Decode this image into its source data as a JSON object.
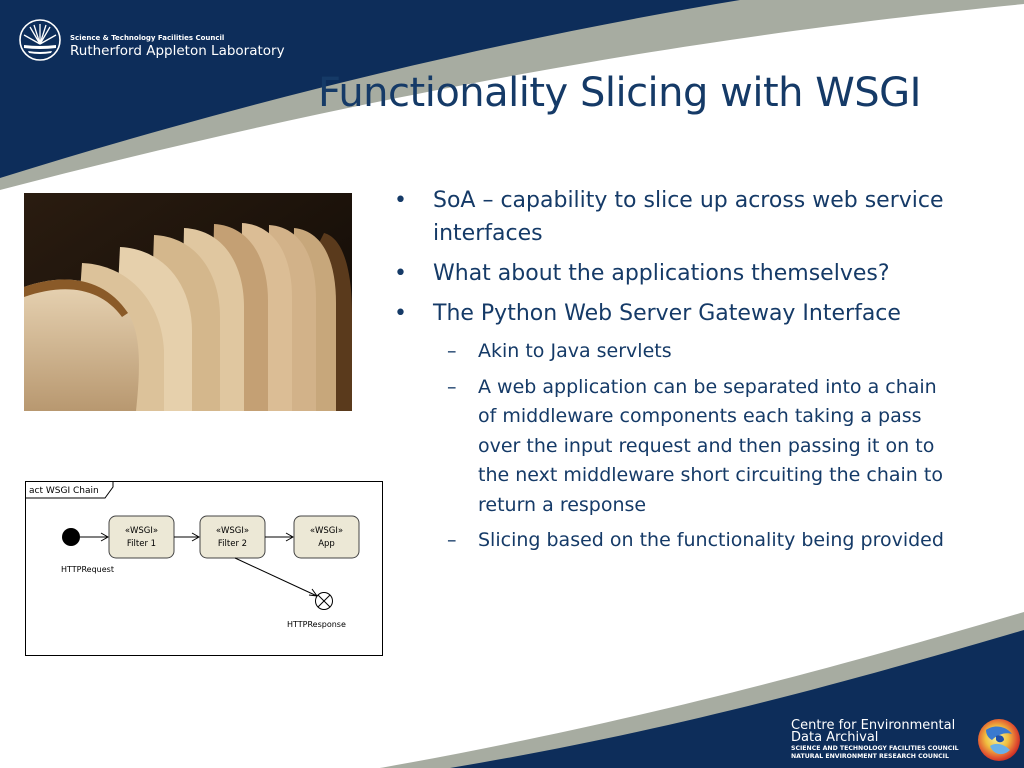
{
  "header": {
    "org_small": "Science & Technology Facilities Council",
    "org_name": "Rutherford Appleton Laboratory"
  },
  "slide": {
    "title": "Functionality Slicing with WSGI",
    "bullets": [
      {
        "text": "SoA – capability to slice up across web service interfaces"
      },
      {
        "text": "What about the applications themselves?"
      },
      {
        "text": "The Python Web Server Gateway Interface"
      }
    ],
    "sub_bullets": [
      {
        "text": "Akin to Java servlets"
      },
      {
        "text": "A web application can be separated into a chain of middleware components each taking a pass over the input request and then passing it on to the next middleware short circuiting the chain to return a response"
      },
      {
        "text": "Slicing based on the functionality being provided"
      }
    ],
    "bullet_symbol": "•",
    "sub_bullet_symbol": "–"
  },
  "diagram": {
    "frame_label": "act WSGI Chain",
    "nodes": [
      {
        "stereotype": "«WSGI»",
        "name": "Filter 1"
      },
      {
        "stereotype": "«WSGI»",
        "name": "Filter 2"
      },
      {
        "stereotype": "«WSGI»",
        "name": "App"
      }
    ],
    "start_label": "HTTPRequest",
    "end_label": "HTTPResponse"
  },
  "footer": {
    "centre_line1": "Centre for Environmental",
    "centre_line2": "Data Archival",
    "council1": "SCIENCE AND TECHNOLOGY FACILITIES COUNCIL",
    "council2": "NATURAL ENVIRONMENT RESEARCH COUNCIL"
  },
  "colors": {
    "navy": "#0d2d5a",
    "grey_band": "#a7aca1",
    "text": "#153a67"
  }
}
